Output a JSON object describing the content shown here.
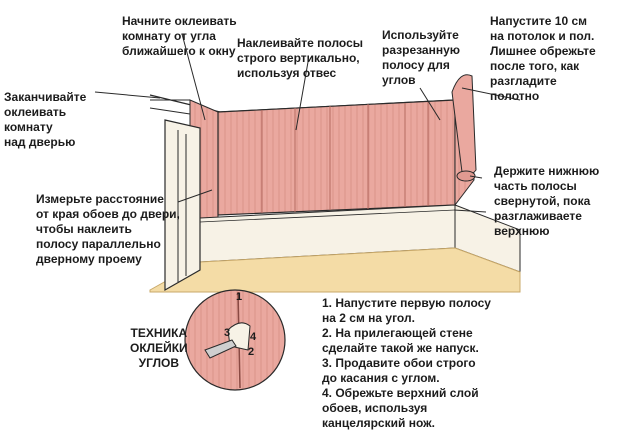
{
  "labels": {
    "start_corner": "Начните оклеивать\nкомнату от угла\nближайшего к окну",
    "vertical": "Наклеивайте полосы\nстрого вертикально,\nиспользуя отвес",
    "cut_strip": "Используйте\nразрезанную\nполосу для\nуглов",
    "overlap": "Напустите 10 см\nна потолок и пол.\nЛишнее обрежьте\nпосле того, как\nразгладите\nполотно",
    "finish_door": "Заканчивайте\nоклеивать\nкомнату\nнад дверью",
    "measure": "Измерьте расстояние\nот края обоев до двери,\nчтобы наклеить\nполосу параллельно\nдверному проему",
    "hold_bottom": "Держите нижнюю\nчасть полосы\nсвернутой, пока\nразглаживаете\nверхнюю",
    "technique_title": "ТЕХНИКА\nОКЛЕЙКИ\nУГЛОВ"
  },
  "steps": [
    "1. Напустите первую полосу\nна 2 см на угол.",
    "2. На прилегающей стене\nсделайте такой же напуск.",
    "3. Продавите обои строго\nдо касания с углом.",
    "4. Обрежьте верхний слой\nобоев, используя\nканцелярский нож."
  ],
  "step_markers": [
    "1",
    "2",
    "3",
    "4"
  ],
  "colors": {
    "wallpaper": "#e8a29a",
    "stripe": "#d98a82",
    "floor": "#f4dca6",
    "baseboard": "#f7f2e6",
    "outline": "#2a2a2a"
  }
}
